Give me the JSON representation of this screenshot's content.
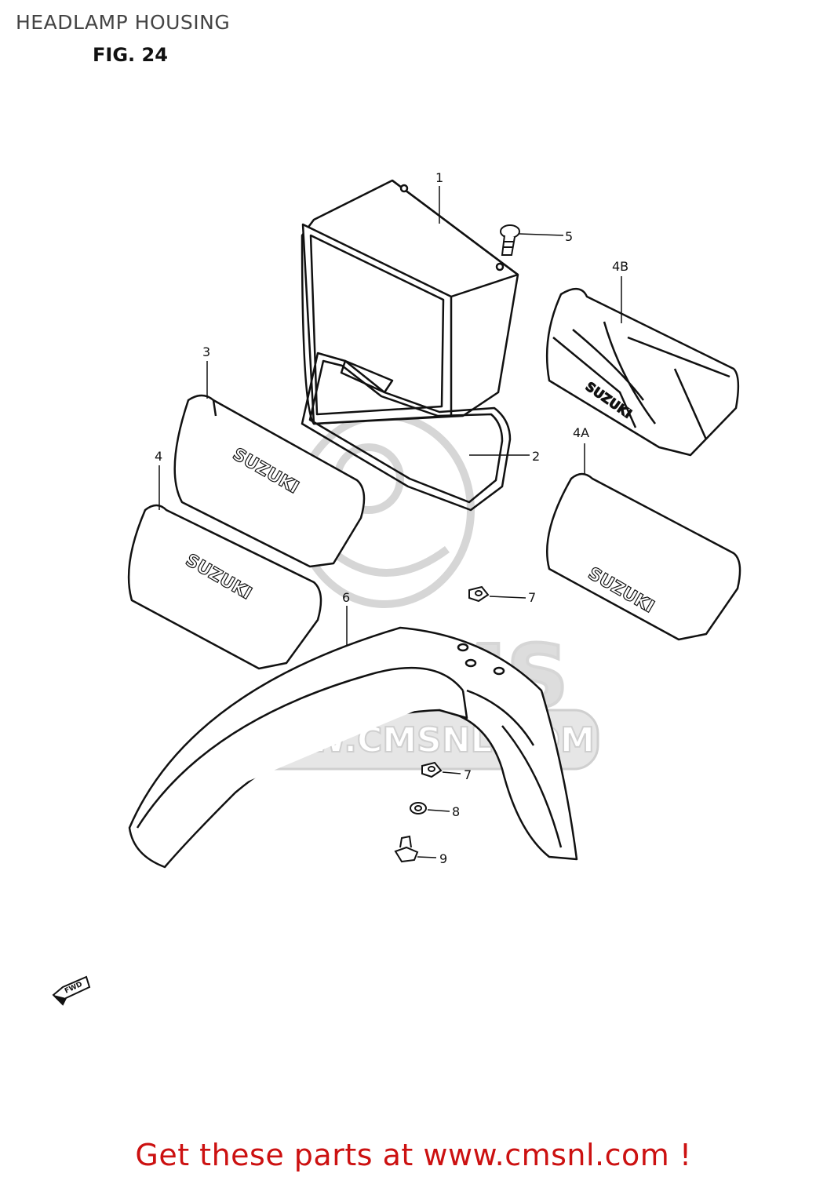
{
  "header": {
    "title": "HEADLAMP HOUSING",
    "figure": "FIG. 24"
  },
  "watermark": {
    "text": "WWW.CMSNL.COM",
    "logo": "CMS"
  },
  "callouts": {
    "c1": "1",
    "c2": "2",
    "c3": "3",
    "c4": "4",
    "c4a": "4A",
    "c4b": "4B",
    "c5": "5",
    "c6": "6",
    "c7a": "7",
    "c7b": "7",
    "c8": "8",
    "c9": "9"
  },
  "brand_text": {
    "cover3": "SUZUKI",
    "cover4": "SUZUKI",
    "cover4a": "SUZUKI",
    "cover4b": "SUZUKI"
  },
  "direction": {
    "label": "FWD"
  },
  "footer": {
    "text": "Get these parts at www.cmsnl.com !"
  },
  "colors": {
    "line": "#111111",
    "watermark": "#cfcfcf",
    "footer": "#cc1111",
    "title": "#444444"
  }
}
